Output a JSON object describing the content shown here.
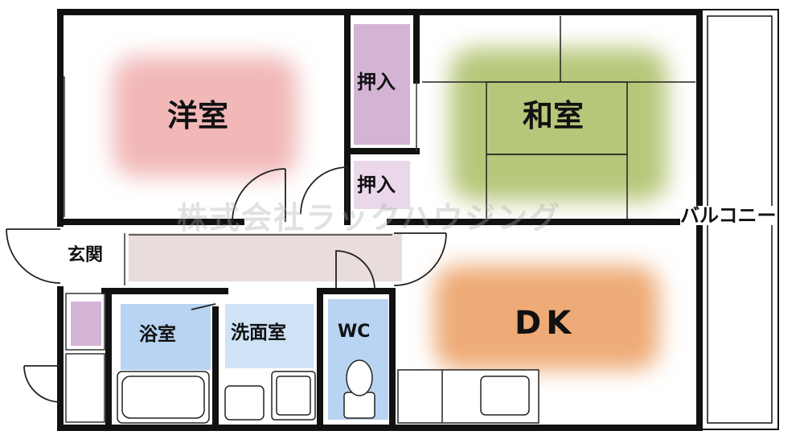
{
  "rooms": {
    "western_room": "洋室",
    "japanese_room": "和室",
    "dk": "DK",
    "closet_upper": "押入",
    "closet_lower": "押入",
    "entrance": "玄関",
    "bathroom": "浴室",
    "washroom": "洗面室",
    "wc": "WC",
    "balcony": "バルコニー"
  },
  "watermark": "株式会社ラックハウジング",
  "colors": {
    "western_room": "#f2b8b8",
    "japanese_room": "#b7c77a",
    "dk": "#eeab77",
    "closet": "#d4b4d4",
    "bath": "#b8d4f2",
    "hall": "#e8dcdc",
    "wall": "#111111"
  }
}
